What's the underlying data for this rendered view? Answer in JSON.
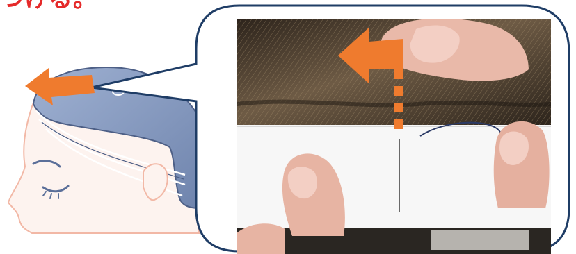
{
  "caption": "つける。",
  "colors": {
    "caption": "#e52a2a",
    "accent_arrow": "#ef7b2e",
    "bubble_border": "#1f3d66",
    "hair_illustration": "#7e92b8",
    "skin_outline": "#f2b8a6"
  },
  "illustration": {
    "subject": "woman-head-side-view",
    "arrow_direction": "left"
  },
  "photo": {
    "subject": "fingers-holding-needle-and-thread-under-hair-weft",
    "arrow_direction": "left",
    "dotted_line_direction": "down"
  }
}
